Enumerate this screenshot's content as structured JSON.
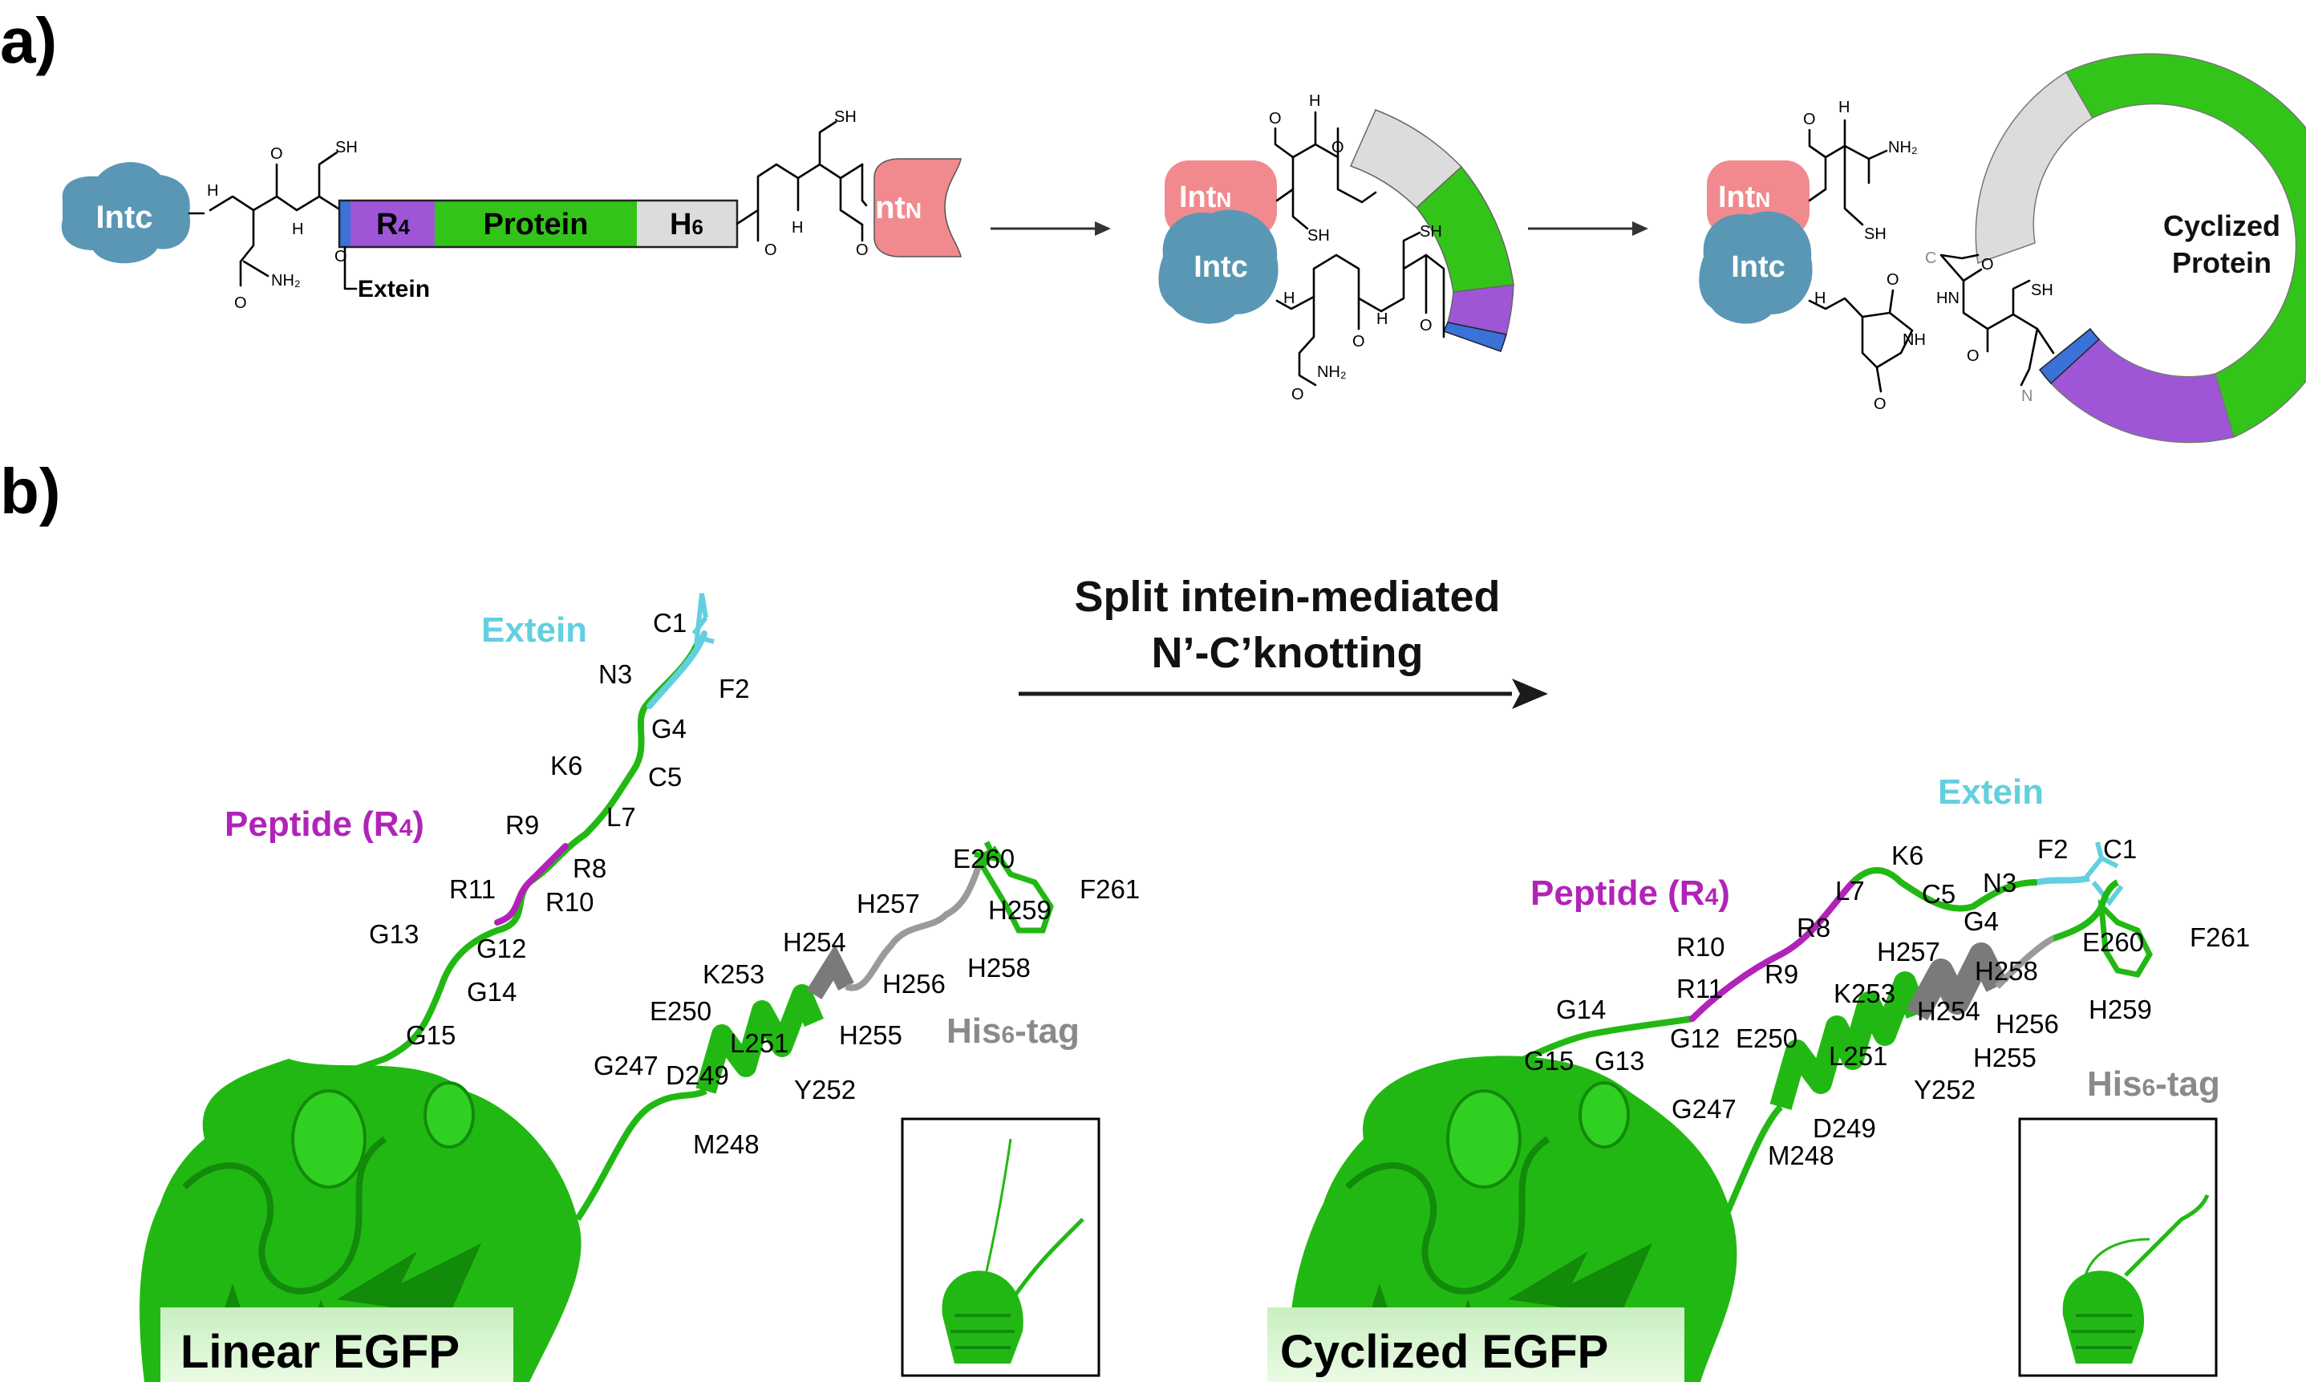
{
  "panels": {
    "a": "a)",
    "b": "b)"
  },
  "colors": {
    "intc": "#5a97b5",
    "intn": "#f18a8f",
    "peptide_r4": "#9e56d6",
    "protein": "#33c41a",
    "his_tag": "#dcdcdc",
    "extein": "#3a72d8",
    "extein_label": "#63cfdf",
    "peptide_label": "#b123b8",
    "his_label": "#8a8a8a",
    "ribbon": "#22b814",
    "ribbon_dark": "#128a0a",
    "helix_grey": "#7a7a7a",
    "arrow": "#1c1a1a"
  },
  "panel_a": {
    "linear": {
      "intc": "Intc",
      "intn_main": "Int",
      "intn_sub": "N",
      "r4_main": "R",
      "r4_sub": "4",
      "protein": "Protein",
      "h6_main": "H",
      "h6_sub": "6",
      "extein": "Extein",
      "chem": {
        "h": "H",
        "sh": "SH",
        "o": "O",
        "nh2": "NH₂"
      }
    },
    "intermediate": {
      "intn_main": "Int",
      "intn_sub": "N",
      "intc": "Intc",
      "chem": {
        "h": "H",
        "sh": "SH",
        "o": "O",
        "nh2": "NH₂"
      }
    },
    "products": {
      "intn_main": "Int",
      "intn_sub": "N",
      "intc": "Intc",
      "chem": {
        "h": "H",
        "sh": "SH",
        "o": "O",
        "nh2": "NH₂",
        "nh": "NH",
        "hn": "HN",
        "c": "C",
        "n": "N"
      },
      "cyclized_line1": "Cyclized",
      "cyclized_line2": "Protein"
    }
  },
  "panel_b": {
    "arrow_line1": "Split intein-mediated",
    "arrow_line2": "N’-C’knotting",
    "left": {
      "name": "Linear EGFP",
      "extein": "Extein",
      "peptide_main": "Peptide (R",
      "peptide_sub": "4",
      "peptide_end": ")",
      "his_main": "His",
      "his_sub": "6",
      "his_end": "-tag",
      "residues": [
        "C1",
        "F2",
        "N3",
        "G4",
        "C5",
        "K6",
        "L7",
        "R8",
        "R9",
        "R10",
        "R11",
        "G12",
        "G13",
        "G14",
        "G15",
        "G247",
        "M248",
        "D249",
        "E250",
        "L251",
        "Y252",
        "K253",
        "H254",
        "H255",
        "H256",
        "H257",
        "H258",
        "H259",
        "E260",
        "F261"
      ]
    },
    "right": {
      "name": "Cyclized EGFP",
      "extein": "Extein",
      "peptide_main": "Peptide (R",
      "peptide_sub": "4",
      "peptide_end": ")",
      "his_main": "His",
      "his_sub": "6",
      "his_end": "-tag",
      "residues": [
        "C1",
        "F2",
        "N3",
        "G4",
        "C5",
        "K6",
        "L7",
        "R8",
        "R9",
        "R10",
        "R11",
        "G12",
        "G13",
        "G14",
        "G15",
        "G247",
        "M248",
        "D249",
        "E250",
        "L251",
        "Y252",
        "K253",
        "H254",
        "H255",
        "H256",
        "H257",
        "H258",
        "H259",
        "E260",
        "F261"
      ]
    }
  }
}
